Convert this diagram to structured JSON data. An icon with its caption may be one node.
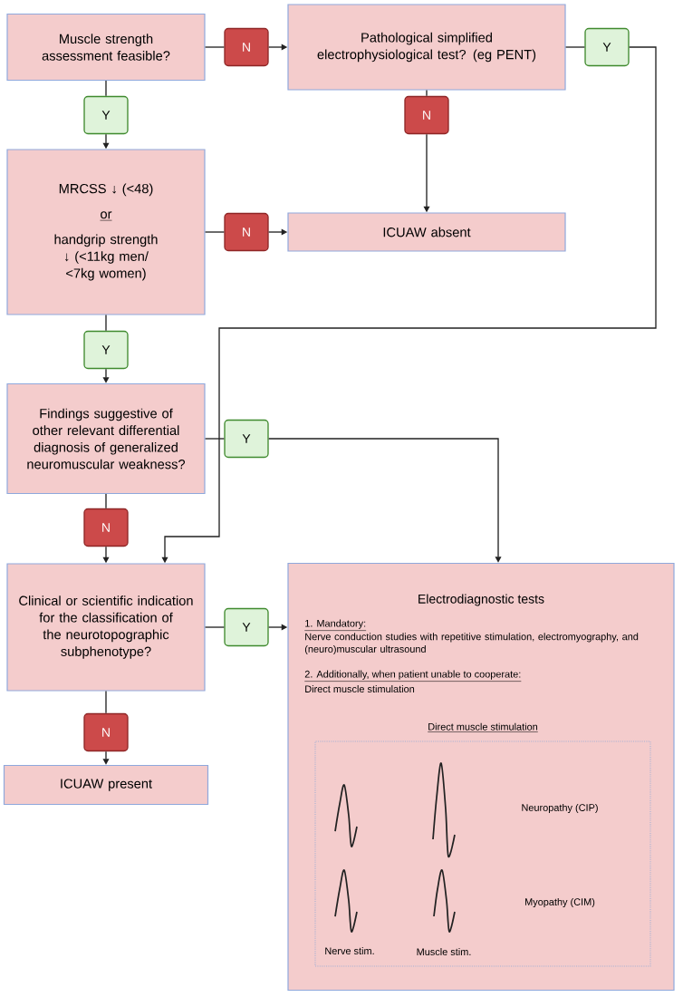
{
  "diagram": {
    "nodes": [
      {
        "text": [
          "Muscle strength assessment feasible?"
        ]
      },
      {
        "text": [
          "N"
        ]
      },
      {
        "text": [
          "Pathological simplified electrophysiological test? (eg PENT)"
        ]
      },
      {
        "text": [
          "Y"
        ]
      },
      {
        "text": [
          "Y"
        ]
      },
      {
        "text": [
          "N"
        ]
      },
      {
        "text": [
          "MRCSS ↓ (<48)",
          "or",
          "handgrip strength ↓ (<11kg men/ <7kg women)"
        ]
      },
      {
        "text": [
          "N"
        ]
      },
      {
        "text": [
          "ICUAW absent"
        ]
      },
      {
        "text": [
          "Y"
        ]
      },
      {
        "text": [
          "Findings suggestive of other relevant differential diagnosis of generalized neuromuscular weakness?"
        ]
      },
      {
        "text": [
          "Y"
        ]
      },
      {
        "text": [
          "N"
        ]
      },
      {
        "text": [
          "Clinical or scientific indication for the classification of the neurotopographic subphenotype?"
        ]
      },
      {
        "text": [
          "Y"
        ]
      },
      {
        "text": [
          "Electrodiagnostic tests",
          "1. Mandatory:",
          "Nerve conduction studies with repetitive stimulation, electromyography, and (neuro)muscular ultrasound",
          "2. Additionally, when patient unable to cooperate:",
          "Direct muscle stimulation"
        ]
      },
      {
        "text": [
          "Direct muscle stimulation",
          "Neuropathy (CIP)",
          "Myopathy (CIM)",
          "Nerve stim.",
          "Muscle stim."
        ],
        "in": 15
      },
      {
        "text": [
          "N"
        ]
      },
      {
        "text": [
          "ICUAW present"
        ]
      }
    ],
    "edges": [
      {
        "from": 0,
        "to": 1,
        "arrow": "none"
      },
      {
        "from": 1,
        "to": 2,
        "arrow": "to"
      },
      {
        "from": 2,
        "to": 3,
        "arrow": "none"
      },
      {
        "from": 3,
        "to": 13,
        "arrow": "to"
      },
      {
        "from": 0,
        "to": 4,
        "arrow": "none"
      },
      {
        "from": 4,
        "to": 6,
        "arrow": "to"
      },
      {
        "from": 2,
        "to": 5,
        "arrow": "none"
      },
      {
        "from": 5,
        "to": 8,
        "arrow": "to"
      },
      {
        "from": 6,
        "to": 7,
        "arrow": "none"
      },
      {
        "from": 7,
        "to": 8,
        "arrow": "to"
      },
      {
        "from": 6,
        "to": 9,
        "arrow": "none"
      },
      {
        "from": 9,
        "to": 10,
        "arrow": "to"
      },
      {
        "from": 10,
        "to": 11,
        "arrow": "none"
      },
      {
        "from": 11,
        "to": 15,
        "arrow": "to"
      },
      {
        "from": 10,
        "to": 12,
        "arrow": "none"
      },
      {
        "from": 12,
        "to": 13,
        "arrow": "to"
      },
      {
        "from": 13,
        "to": 14,
        "arrow": "none"
      },
      {
        "from": 14,
        "to": 15,
        "arrow": "to"
      },
      {
        "from": 13,
        "to": 17,
        "arrow": "none"
      },
      {
        "from": 17,
        "to": 18,
        "arrow": "to"
      }
    ]
  }
}
